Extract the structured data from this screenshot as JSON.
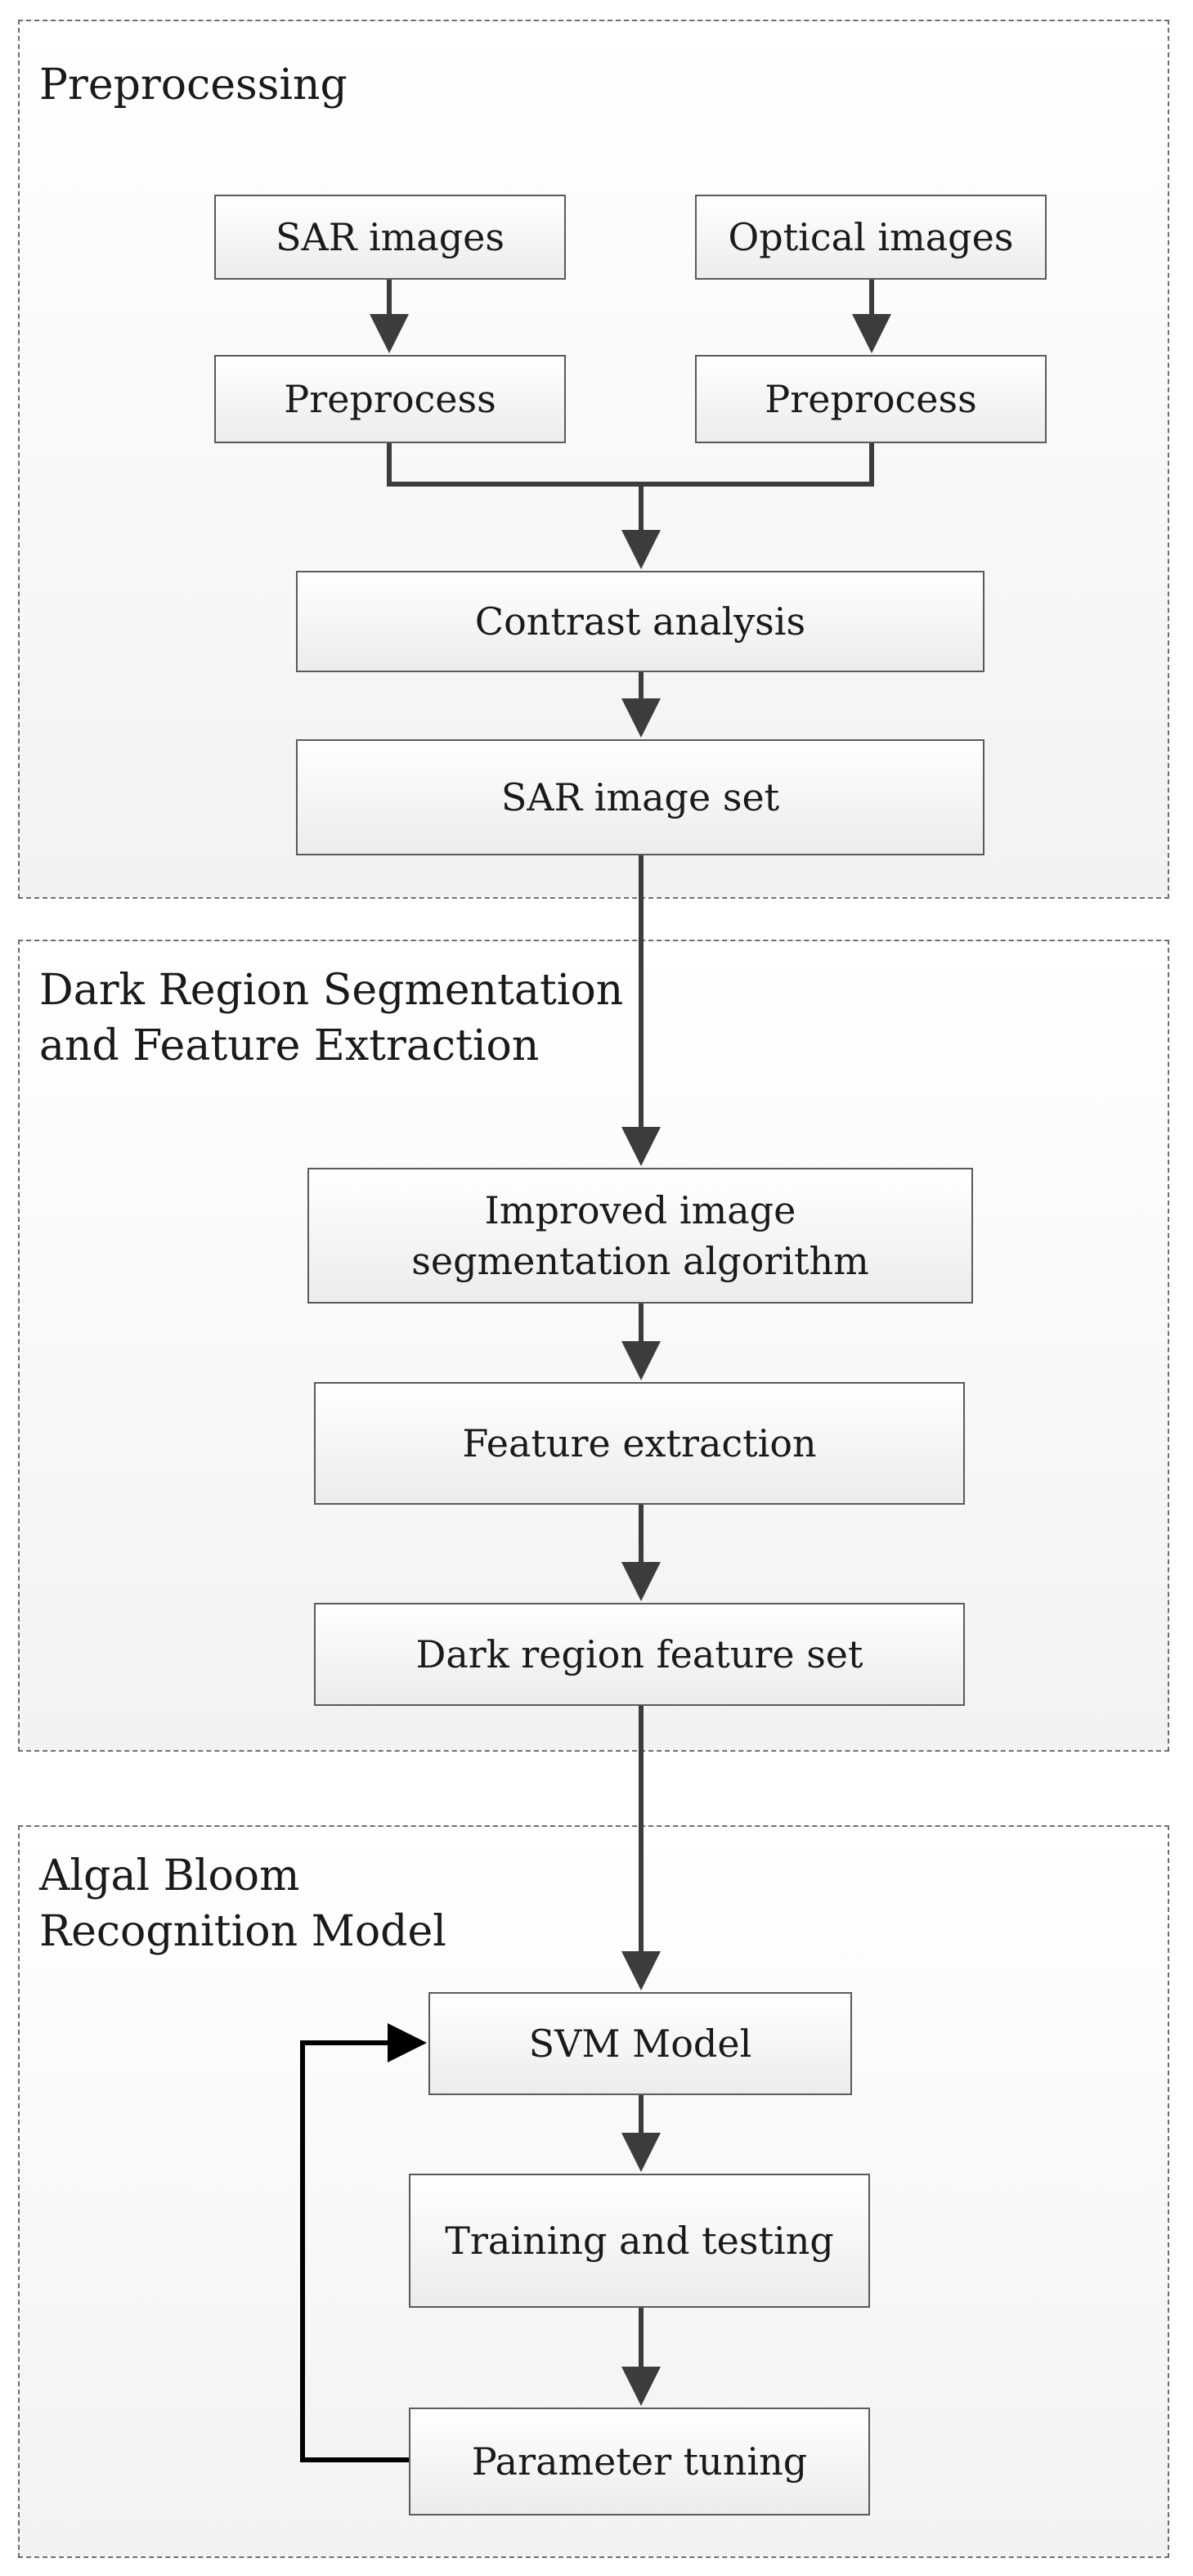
{
  "sections": {
    "preprocessing": {
      "title": "Preprocessing"
    },
    "segmentation": {
      "title": "Dark Region Segmentation\nand Feature Extraction"
    },
    "recognition": {
      "title": "Algal Bloom\nRecognition Model"
    }
  },
  "nodes": {
    "sar_images": "SAR images",
    "optical_images": "Optical  images",
    "preprocess_sar": "Preprocess",
    "preprocess_optical": "Preprocess",
    "contrast_analysis": "Contrast analysis",
    "sar_image_set": "SAR image set",
    "improved_segmentation": "Improved image\nsegmentation algorithm",
    "feature_extraction": "Feature  extraction",
    "dark_region_feature_set": "Dark region feature set",
    "svm_model": "SVM Model",
    "training_testing": "Training and testing",
    "parameter_tuning": "Parameter tuning"
  },
  "colors": {
    "arrow": "#3c3c3c",
    "feedback_arrow": "#000000",
    "box_border": "#5a5a5a",
    "section_border": "#6f6f6f"
  }
}
